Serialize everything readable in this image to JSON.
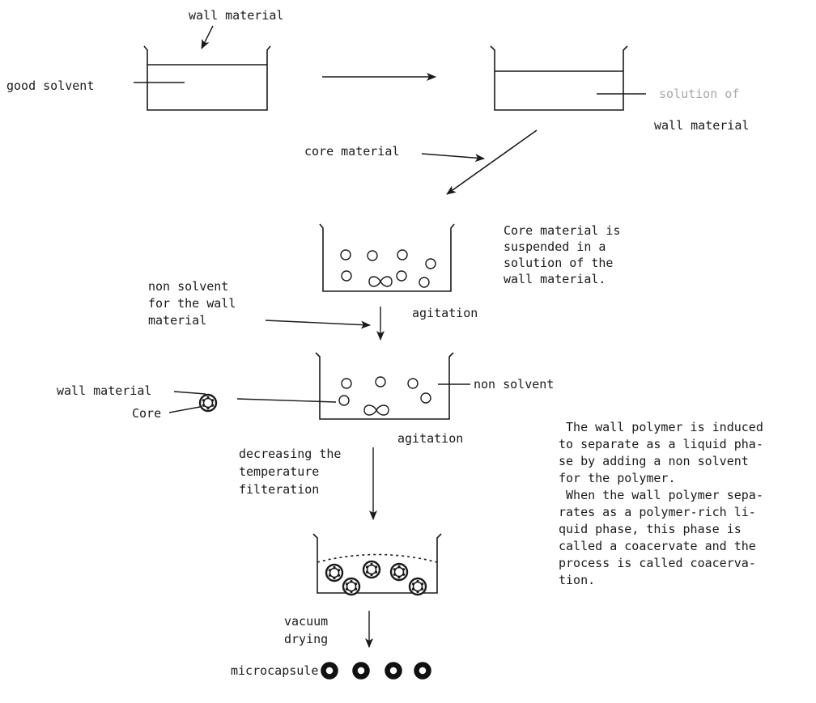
{
  "labels": {
    "wall_material_top": "wall material",
    "good_solvent": "good solvent",
    "solution_of_faint": "solution of",
    "wall_material_right": "wall material",
    "core_material": "core material",
    "non_solvent_for_wall": [
      "non solvent",
      "for the wall",
      "material"
    ],
    "agitation_1": "agitation",
    "agitation_2": "agitation",
    "wall_material_legend": "wall material",
    "core_legend": "Core",
    "non_solvent": "non solvent",
    "step_cooling": [
      "decreasing the",
      "temperature",
      "filteration"
    ],
    "step_drying": [
      "vacuum",
      "drying"
    ],
    "microcapsule": "microcapsule"
  },
  "notes": {
    "suspension": [
      "Core material is",
      "suspended in a",
      "solution of the",
      "wall material."
    ],
    "coacervation": [
      " The wall polymer is induced",
      "to separate as a liquid pha-",
      "se by adding a non solvent",
      "for the polymer.",
      " When the wall polymer sepa-",
      "rates as a polymer-rich li-",
      "quid phase, this phase is",
      "called a coacervate and the",
      "process is called coacerva-",
      "tion."
    ]
  }
}
